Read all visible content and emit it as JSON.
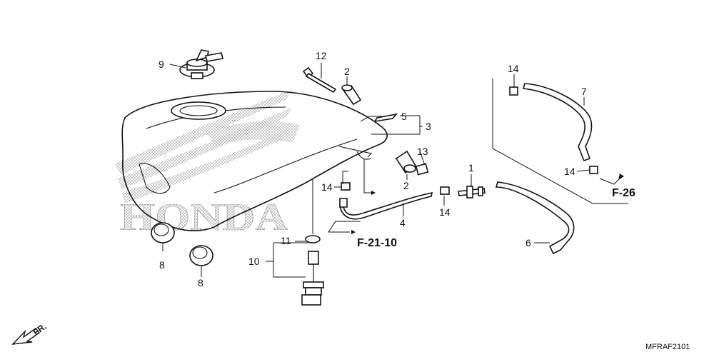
{
  "callouts": {
    "c1": "1",
    "c2a": "2",
    "c2b": "2",
    "c3": "3",
    "c4": "4",
    "c5": "5",
    "c6": "6",
    "c7": "7",
    "c8a": "8",
    "c8b": "8",
    "c9": "9",
    "c10": "10",
    "c11": "11",
    "c12": "12",
    "c13": "13",
    "c14a": "14",
    "c14b": "14",
    "c14c": "14",
    "c14d": "14"
  },
  "refs": {
    "f2110": "F-21-10",
    "f26": "F-26"
  },
  "direction_label": "FR.",
  "diagram_code": "MFRAF2101",
  "watermark_text": "HONDA",
  "colors": {
    "line": "#111111",
    "dots": "#9a9a9a",
    "background": "#ffffff"
  }
}
